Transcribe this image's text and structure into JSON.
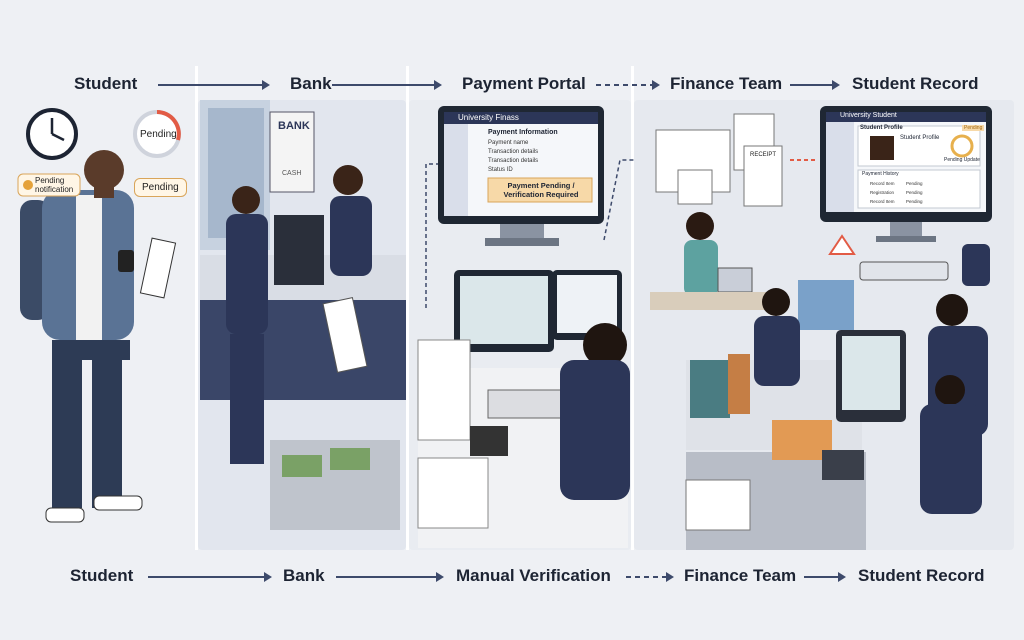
{
  "top_flow": [
    {
      "label": "Student"
    },
    {
      "label": "Bank"
    },
    {
      "label": "Payment Portal"
    },
    {
      "label": "Finance Team"
    },
    {
      "label": "Student Record"
    }
  ],
  "bottom_flow": [
    {
      "label": "Student"
    },
    {
      "label": "Bank"
    },
    {
      "label": "Manual Verification"
    },
    {
      "label": "Finance Team"
    },
    {
      "label": "Student Record"
    }
  ],
  "student_panel": {
    "pending_label": "Pending",
    "notification_label": "Pending notification",
    "bubble_label": "Pending"
  },
  "bank_panel": {
    "sign": "BANK",
    "counter_sign": "CASH"
  },
  "portal_panel": {
    "app_title": "University Finass",
    "form_heading": "Payment Information",
    "fields": [
      "Payment name",
      "Transaction details",
      "Transaction details",
      "Status ID"
    ],
    "status_banner": "Payment Pending / Verification Required"
  },
  "finance_panel": {
    "receipt_label": "RECEIPT"
  },
  "record_panel": {
    "app_title": "University Student",
    "section": "Student Profile",
    "card_title": "Student Profile",
    "status_chip": "Pending",
    "pending_update": "Pending Update",
    "history_title": "Payment History",
    "rows": [
      {
        "name": "Record Item",
        "status": "Pending"
      },
      {
        "name": "Registration",
        "status": "Pending"
      },
      {
        "name": "Record Item",
        "status": "Pending"
      }
    ]
  },
  "colors": {
    "ink": "#1d2433",
    "navy": "#2c3658",
    "pending": "#f7d9a8",
    "accent": "#e25b45"
  }
}
